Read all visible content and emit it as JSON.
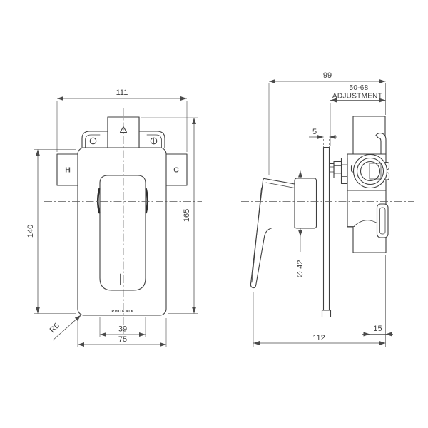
{
  "front_view": {
    "brand": "PHOENIX",
    "label_hot": "H",
    "label_cold": "C",
    "dim_width_overall": "111",
    "dim_height_left": "140",
    "dim_height_right": "165",
    "dim_handle_width": "39",
    "dim_plate_width": "75",
    "dim_corner_radius": "R5"
  },
  "side_view": {
    "dim_depth": "99",
    "dim_adjustment_value": "50-68",
    "dim_adjustment_label": "ADJUSTMENT",
    "dim_plate_thickness": "5",
    "dim_escutcheon_diameter": "∅ 42",
    "dim_overall_depth": "112",
    "dim_offset": "15"
  },
  "colors": {
    "line": "#3f3f3f",
    "dimension": "#4a4a4a",
    "background": "#ffffff"
  }
}
